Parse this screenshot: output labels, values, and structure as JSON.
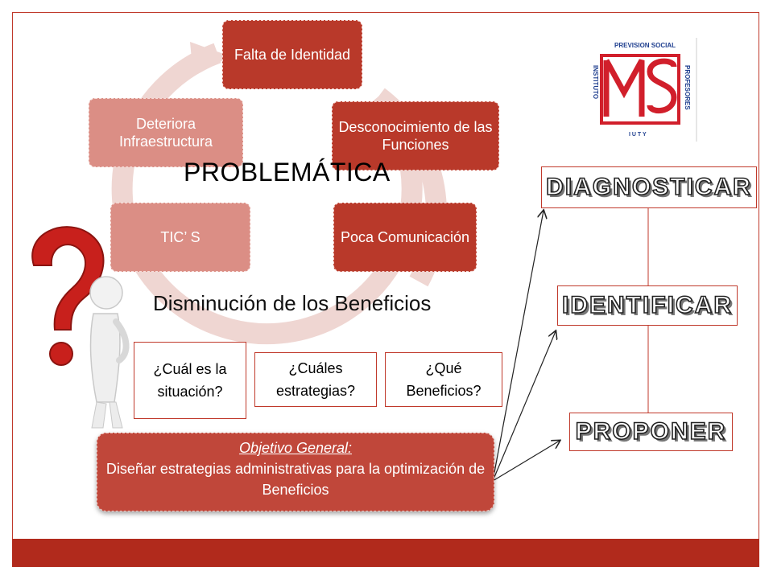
{
  "cycle": {
    "items": [
      {
        "label": "Falta de Identidad"
      },
      {
        "label": "Desconocimiento de las Funciones"
      },
      {
        "label": "Poca Comunicación"
      },
      {
        "label": "TIC’ S"
      },
      {
        "label": "Deteriora Infraestructura"
      }
    ],
    "title": "PROBLEMÁTICA"
  },
  "subtitle": "Disminución de los Beneficios",
  "questions": [
    {
      "text": "¿Cuál es la situación?"
    },
    {
      "text": "¿Cuáles estrategias?"
    },
    {
      "text": "¿Qué Beneficios?"
    }
  ],
  "objective": {
    "heading": "Objetivo General:",
    "text": "Diseñar estrategias administrativas para la optimización de Beneficios"
  },
  "actions": [
    {
      "label": "DIAGNOSTICAR"
    },
    {
      "label": "IDENTIFICAR"
    },
    {
      "label": "PROPONER"
    }
  ],
  "logo": {
    "top": "PREVISION SOCIAL",
    "left": "INSTITUTO",
    "right": "PROFESORES",
    "bottom": "I U T Y"
  },
  "colors": {
    "accent": "#b9392a",
    "light": "#db8e85",
    "footer": "#b12a1c"
  }
}
